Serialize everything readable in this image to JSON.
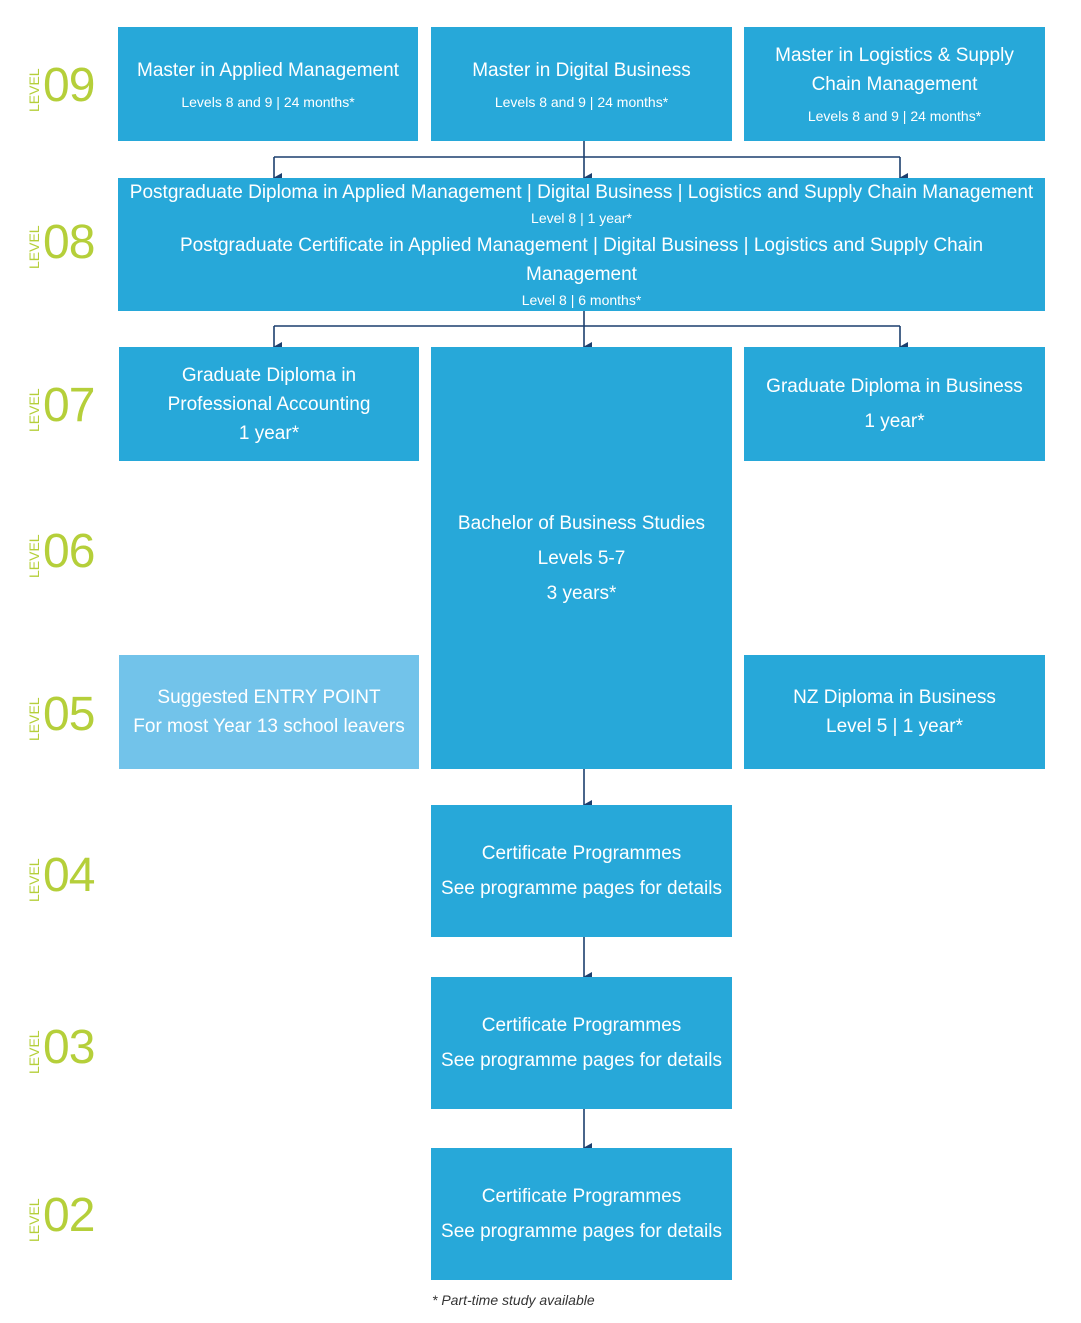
{
  "levels": [
    {
      "word": "LEVEL",
      "num": "09"
    },
    {
      "word": "LEVEL",
      "num": "08"
    },
    {
      "word": "LEVEL",
      "num": "07"
    },
    {
      "word": "LEVEL",
      "num": "06"
    },
    {
      "word": "LEVEL",
      "num": "05"
    },
    {
      "word": "LEVEL",
      "num": "04"
    },
    {
      "word": "LEVEL",
      "num": "03"
    },
    {
      "word": "LEVEL",
      "num": "02"
    }
  ],
  "masters": {
    "applied": {
      "title": "Master in Applied Management",
      "detail": "Levels 8 and 9 | 24 months*"
    },
    "digital": {
      "title": "Master in Digital Business",
      "detail": "Levels 8 and 9 | 24 months*"
    },
    "logistics": {
      "title_line1": "Master in Logistics & Supply",
      "title_line2": "Chain Management",
      "detail": "Levels 8 and 9 | 24 months*"
    }
  },
  "postgrad": {
    "diploma": "Postgraduate Diploma in Applied Management | Digital Business | Logistics and Supply Chain Management",
    "diploma_detail": "Level 8 | 1 year*",
    "certificate": "Postgraduate Certificate in Applied Management | Digital Business | Logistics and Supply Chain Management",
    "certificate_detail": "Level 8 | 6 months*"
  },
  "grad_accounting": {
    "line1": "Graduate Diploma in",
    "line2": "Professional Accounting",
    "line3": "1 year*"
  },
  "grad_business": {
    "line1": "Graduate Diploma in Business",
    "line2": "1 year*"
  },
  "bachelor": {
    "line1": "Bachelor of Business Studies",
    "line2": "Levels 5-7",
    "line3": "3 years*"
  },
  "entry": {
    "line1": "Suggested ENTRY POINT",
    "line2": "For most Year 13 school leavers"
  },
  "nz_diploma": {
    "line1": "NZ Diploma in Business",
    "line2": "Level 5 | 1 year*"
  },
  "certificates": [
    {
      "title": "Certificate Programmes",
      "detail": "See programme pages for details"
    },
    {
      "title": "Certificate Programmes",
      "detail": "See programme pages for details"
    },
    {
      "title": "Certificate Programmes",
      "detail": "See programme pages for details"
    }
  ],
  "footnote": "* Part-time study available",
  "colors": {
    "box": "#27a8d9",
    "entry_box": "#72c3ea",
    "level_text": "#b5cf3a",
    "arrow": "#1c3f6e"
  }
}
